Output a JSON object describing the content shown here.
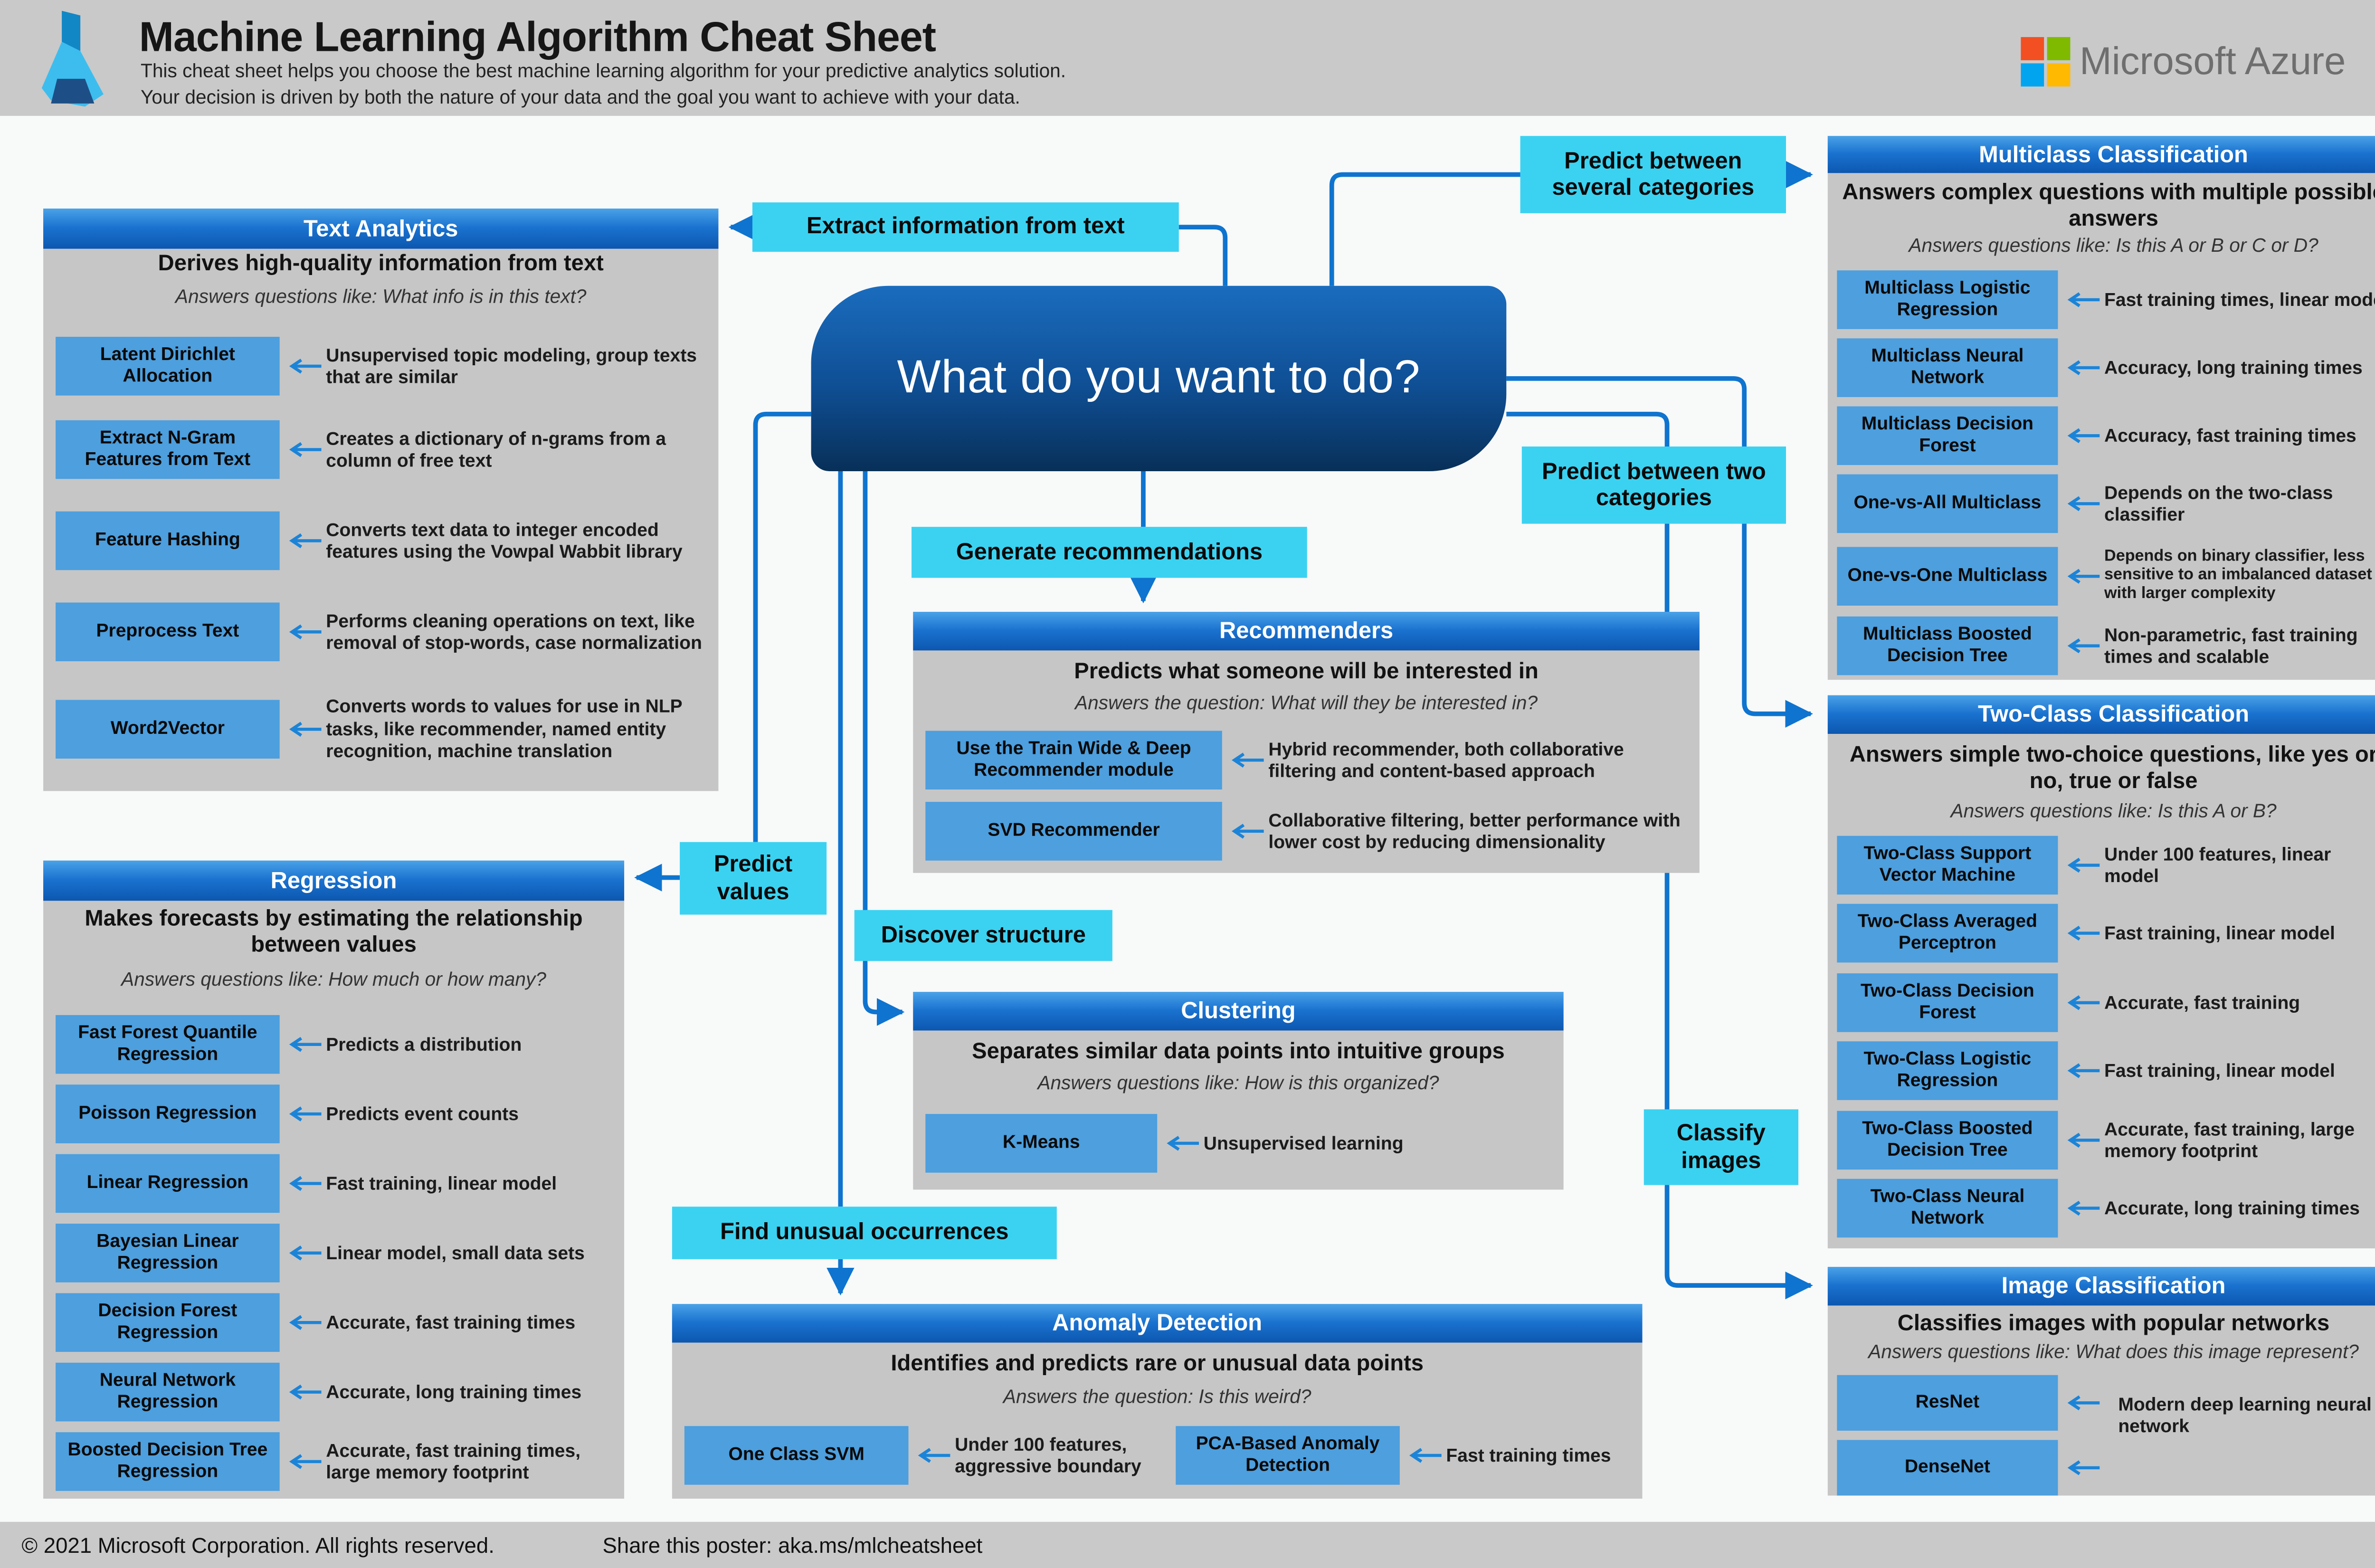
{
  "header": {
    "title": "Machine Learning Algorithm Cheat Sheet",
    "subtitle_line1": "This cheat sheet helps you choose the best machine learning algorithm for your predictive analytics solution.",
    "subtitle_line2": "Your decision is driven by both the nature of your data and the goal you want to achieve with your data.",
    "brand": "Microsoft Azure"
  },
  "hero": {
    "question": "What do you want to do?"
  },
  "decision_labels": {
    "extract_info": "Extract information from text",
    "several_categories": "Predict between several categories",
    "two_categories": "Predict between two categories",
    "generate_recommendations": "Generate recommendations",
    "predict_values": "Predict values",
    "discover_structure": "Discover structure",
    "find_unusual": "Find unusual occurrences",
    "classify_images": "Classify images"
  },
  "panels": {
    "text_analytics": {
      "header": "Text Analytics",
      "title": "Derives high-quality information from text",
      "question": "Answers questions like: What info is in this text?",
      "items": [
        {
          "label": "Latent Dirichlet Allocation",
          "desc": "Unsupervised topic modeling, group texts that are similar"
        },
        {
          "label": "Extract N-Gram Features from Text",
          "desc": "Creates a dictionary of n-grams from a column of free text"
        },
        {
          "label": "Feature Hashing",
          "desc": "Converts text data to integer encoded features using the Vowpal Wabbit library"
        },
        {
          "label": "Preprocess Text",
          "desc": "Performs cleaning operations on text, like removal of stop-words, case normalization"
        },
        {
          "label": "Word2Vector",
          "desc": "Converts words to values for use in NLP tasks, like recommender, named entity recognition, machine translation"
        }
      ]
    },
    "regression": {
      "header": "Regression",
      "title": "Makes forecasts by estimating the relationship between values",
      "question": "Answers questions like: How much or how many?",
      "items": [
        {
          "label": "Fast Forest Quantile Regression",
          "desc": "Predicts a distribution"
        },
        {
          "label": "Poisson Regression",
          "desc": "Predicts event counts"
        },
        {
          "label": "Linear Regression",
          "desc": "Fast training, linear model"
        },
        {
          "label": "Bayesian Linear Regression",
          "desc": "Linear model, small data sets"
        },
        {
          "label": "Decision Forest Regression",
          "desc": "Accurate, fast training times"
        },
        {
          "label": "Neural Network Regression",
          "desc": "Accurate, long training times"
        },
        {
          "label": "Boosted Decision Tree Regression",
          "desc": "Accurate, fast training times, large memory footprint"
        }
      ]
    },
    "recommenders": {
      "header": "Recommenders",
      "title": "Predicts what someone will be interested in",
      "question": "Answers the question: What will they be interested in?",
      "items": [
        {
          "label": "Use the Train Wide & Deep Recommender module",
          "desc": "Hybrid recommender, both collaborative filtering and content-based approach"
        },
        {
          "label": "SVD Recommender",
          "desc": "Collaborative filtering, better performance with lower cost by reducing dimensionality"
        }
      ]
    },
    "clustering": {
      "header": "Clustering",
      "title": "Separates similar data points into intuitive groups",
      "question": "Answers questions like: How is this organized?",
      "items": [
        {
          "label": "K-Means",
          "desc": "Unsupervised learning"
        }
      ]
    },
    "anomaly_detection": {
      "header": "Anomaly Detection",
      "title": "Identifies and predicts rare or unusual data points",
      "question": "Answers the question: Is this weird?",
      "items": [
        {
          "label": "One Class SVM",
          "desc": "Under 100 features, aggressive boundary"
        },
        {
          "label": "PCA-Based Anomaly Detection",
          "desc": "Fast training times"
        }
      ]
    },
    "multiclass_classification": {
      "header": "Multiclass Classification",
      "title": "Answers complex questions with multiple possible answers",
      "question": "Answers questions like: Is this A or B or C or D?",
      "items": [
        {
          "label": "Multiclass Logistic Regression",
          "desc": "Fast training times, linear model"
        },
        {
          "label": "Multiclass Neural Network",
          "desc": "Accuracy, long training times"
        },
        {
          "label": "Multiclass Decision Forest",
          "desc": "Accuracy, fast training times"
        },
        {
          "label": "One-vs-All Multiclass",
          "desc": "Depends on the two-class classifier"
        },
        {
          "label": "One-vs-One Multiclass",
          "desc": "Depends on binary classifier, less sensitive to an imbalanced dataset with larger complexity"
        },
        {
          "label": "Multiclass Boosted Decision Tree",
          "desc": "Non-parametric, fast training times and scalable"
        }
      ]
    },
    "two_class_classification": {
      "header": "Two-Class Classification",
      "title": "Answers simple two-choice questions, like yes or no, true or false",
      "question": "Answers questions like: Is this A or B?",
      "items": [
        {
          "label": "Two-Class Support Vector Machine",
          "desc": "Under 100 features, linear model"
        },
        {
          "label": "Two-Class Averaged Perceptron",
          "desc": "Fast training, linear model"
        },
        {
          "label": "Two-Class Decision Forest",
          "desc": "Accurate, fast training"
        },
        {
          "label": "Two-Class Logistic Regression",
          "desc": "Fast training, linear model"
        },
        {
          "label": "Two-Class Boosted Decision Tree",
          "desc": "Accurate, fast training, large memory footprint"
        },
        {
          "label": "Two-Class Neural Network",
          "desc": "Accurate, long training times"
        }
      ]
    },
    "image_classification": {
      "header": "Image Classification",
      "title": "Classifies images with popular networks",
      "question": "Answers questions like: What does this image represent?",
      "items": [
        {
          "label": "ResNet"
        },
        {
          "label": "DenseNet"
        }
      ],
      "shared_desc": "Modern deep learning neural network"
    }
  },
  "footer": {
    "copyright": "© 2021 Microsoft Corporation. All rights reserved.",
    "share": "Share this poster: aka.ms/mlcheatsheet"
  },
  "colors": {
    "connector_blue": "#0e74cf",
    "panel_header_top": "#4aa2e8",
    "panel_header_bottom": "#0c57b0",
    "algorithm_box": "#4d9fde",
    "cyan_label": "#3bd2f1",
    "hero_top": "#1a6cbe",
    "hero_bottom": "#083058",
    "band_gray": "#c9c9c9",
    "ms_red": "#f25022",
    "ms_green": "#7fba00",
    "ms_blue": "#00a4ef",
    "ms_yellow": "#ffb900"
  }
}
